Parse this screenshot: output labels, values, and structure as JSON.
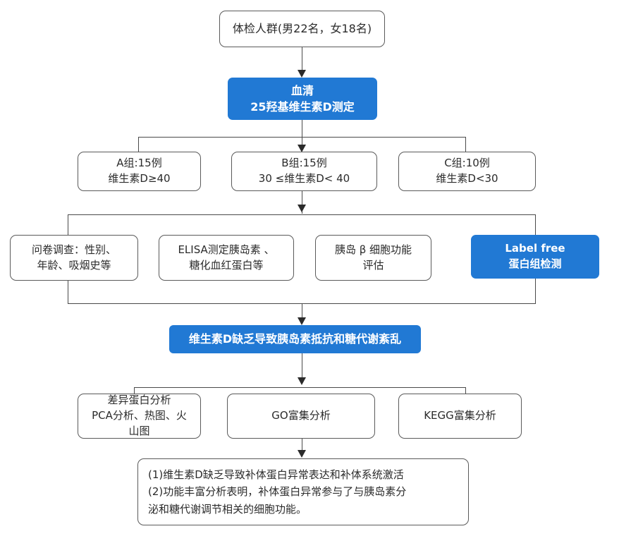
{
  "diagram": {
    "title": "Vitamin D study workflow flowchart",
    "accent_color": "#2179d4",
    "line_color": "#4a4a4a",
    "box_border_color": "#5a5a5a",
    "background": "#ffffff"
  },
  "nodes": {
    "cohort": {
      "label": "体检人群(男22名，女18名)",
      "style": "plain"
    },
    "serum_assay": {
      "label": "血清\n25羟基维生素D测定",
      "style": "blue"
    },
    "group_a": {
      "label": "A组:15例\n维生素D≥40",
      "style": "plain"
    },
    "group_b": {
      "label": "B组:15例\n30 ≤维生素D< 40",
      "style": "plain"
    },
    "group_c": {
      "label": "C组:10例\n维生素D<30",
      "style": "plain"
    },
    "questionnaire": {
      "label": "问卷调查：性别、\n年龄、吸烟史等",
      "style": "plain"
    },
    "elisa": {
      "label": "ELISA测定胰岛素 、\n糖化血红蛋白等",
      "style": "plain"
    },
    "beta_cell": {
      "label": "胰岛 β 细胞功能\n评估",
      "style": "plain"
    },
    "label_free": {
      "label": "Label free\n蛋白组检测",
      "style": "blue"
    },
    "conclusion_banner": {
      "label": "维生素D缺乏导致胰岛素抵抗和糖代谢紊乱",
      "style": "blue"
    },
    "diff_protein": {
      "label": "差异蛋白分析\nPCA分析、热图、火\n山图",
      "style": "plain"
    },
    "go_analysis": {
      "label": "GO富集分析",
      "style": "plain"
    },
    "kegg_analysis": {
      "label": "KEGG富集分析",
      "style": "plain"
    },
    "findings": {
      "label": "(1)维生素D缺乏导致补体蛋白异常表达和补体系统激活\n(2)功能丰富分析表明，补体蛋白异常参与了与胰岛素分\n泌和糖代谢调节相关的细胞功能。",
      "style": "plain"
    }
  },
  "connectors": [
    {
      "name": "cohort-to-serum",
      "kind": "arrow"
    },
    {
      "name": "serum-to-groups-bus",
      "kind": "split"
    },
    {
      "name": "groups-to-assays-bus",
      "kind": "split"
    },
    {
      "name": "assays-to-banner-bus",
      "kind": "merge"
    },
    {
      "name": "banner-to-analyses-bus",
      "kind": "split"
    },
    {
      "name": "go-to-findings",
      "kind": "arrow"
    }
  ]
}
